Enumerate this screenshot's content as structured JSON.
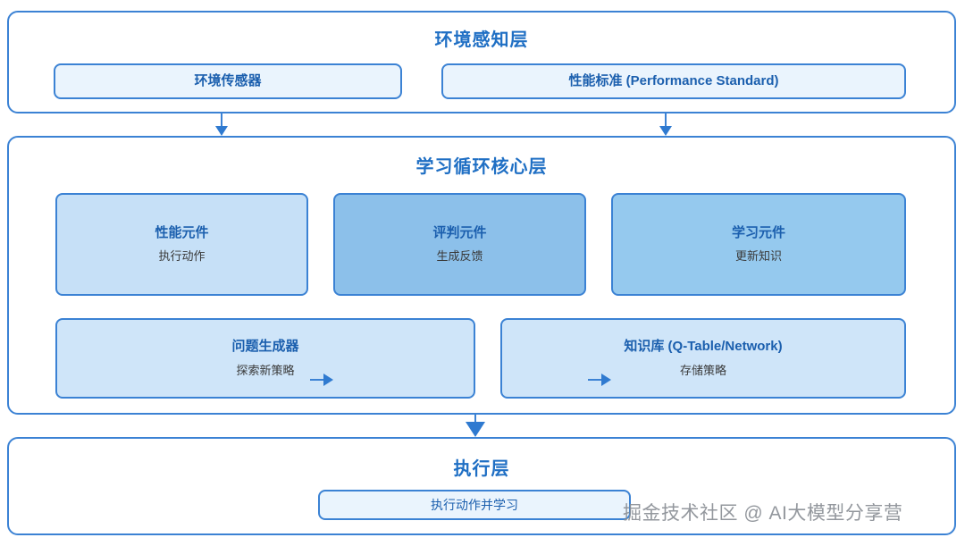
{
  "colors": {
    "border_blue": "#3b82d4",
    "title_blue": "#1f6fc4",
    "node_title_blue": "#1b5fae",
    "subtitle_gray": "#3a3a3a",
    "arrow_blue": "#2f7ad0",
    "fill_pale": "#eaf4fd",
    "fill_light": "#c6e0f7",
    "fill_mid": "#95c9ee",
    "fill_deep": "#8cc0ea",
    "fill_row2": "#cfe5f9",
    "watermark_gray": "#8a8f95",
    "background": "#ffffff"
  },
  "layers": {
    "perception": {
      "title": "环境感知层",
      "nodes": {
        "sensor": {
          "title": "环境传感器"
        },
        "standard": {
          "title": "性能标准 (Performance Standard)"
        }
      }
    },
    "core": {
      "title": "学习循环核心层",
      "nodes": {
        "performance": {
          "title": "性能元件",
          "subtitle": "执行动作"
        },
        "critic": {
          "title": "评判元件",
          "subtitle": "生成反馈"
        },
        "learning": {
          "title": "学习元件",
          "subtitle": "更新知识"
        },
        "problem_generator": {
          "title": "问题生成器",
          "subtitle": "探索新策略"
        },
        "knowledge_base": {
          "title": "知识库 (Q-Table/Network)",
          "subtitle": "存储策略"
        }
      }
    },
    "execution": {
      "title": "执行层",
      "nodes": {
        "execute": {
          "title": "执行动作并学习"
        }
      }
    }
  },
  "arrows": [
    {
      "name": "sensor-to-core",
      "direction": "down"
    },
    {
      "name": "standard-to-core",
      "direction": "down"
    },
    {
      "name": "performance-to-critic",
      "direction": "right"
    },
    {
      "name": "critic-to-learning",
      "direction": "right"
    },
    {
      "name": "core-to-execution",
      "direction": "down"
    }
  ],
  "watermark": {
    "text": "掘金技术社区 @ AI大模型分享营"
  }
}
